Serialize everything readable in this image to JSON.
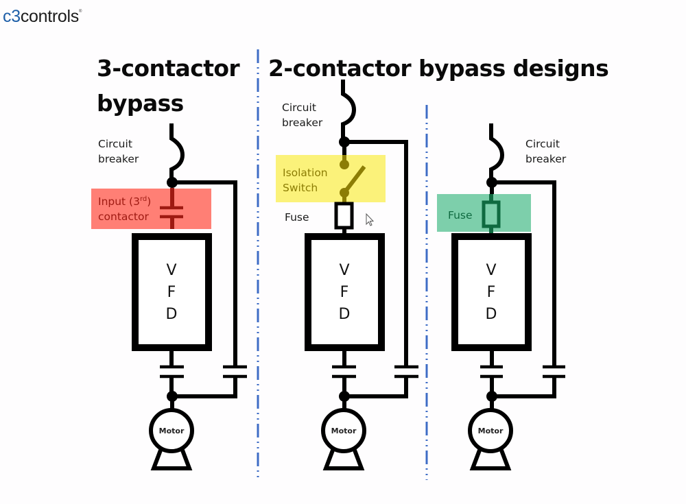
{
  "brand": {
    "logo_prefix": "c3",
    "logo_suffix": "controls",
    "registered_mark": "®"
  },
  "headings": {
    "left_line1": "3-contactor",
    "left_line2": "bypass",
    "right": "2-contactor bypass designs"
  },
  "colors": {
    "accent_blue": "#3d6cc5",
    "highlight_red": "#ff7f75",
    "highlight_red_text": "#9e1a12",
    "highlight_yellow": "#fbf27a",
    "highlight_yellow_text": "#8c7d05",
    "highlight_green": "#7dcfab",
    "highlight_green_text": "#0f6a40",
    "wire": "#000000"
  },
  "designs": [
    {
      "id": "three-contactor",
      "breaker_label_line1": "Circuit",
      "breaker_label_line2": "breaker",
      "highlight": {
        "label_line1": "Input (3",
        "label_sup": "rd",
        "label_close": ")",
        "label_line2": "contactor"
      },
      "vfd_letters": [
        "V",
        "F",
        "D"
      ],
      "motor_label": "Motor"
    },
    {
      "id": "two-contactor-isolation",
      "breaker_label_line1": "Circuit",
      "breaker_label_line2": "breaker",
      "highlight": {
        "label_line1": "Isolation",
        "label_line2": "Switch"
      },
      "fuse_label": "Fuse",
      "vfd_letters": [
        "V",
        "F",
        "D"
      ],
      "motor_label": "Motor"
    },
    {
      "id": "two-contactor-fuse",
      "breaker_label_line1": "Circuit",
      "breaker_label_line2": "breaker",
      "highlight": {
        "label_line1": "Fuse"
      },
      "vfd_letters": [
        "V",
        "F",
        "D"
      ],
      "motor_label": "Motor"
    }
  ]
}
